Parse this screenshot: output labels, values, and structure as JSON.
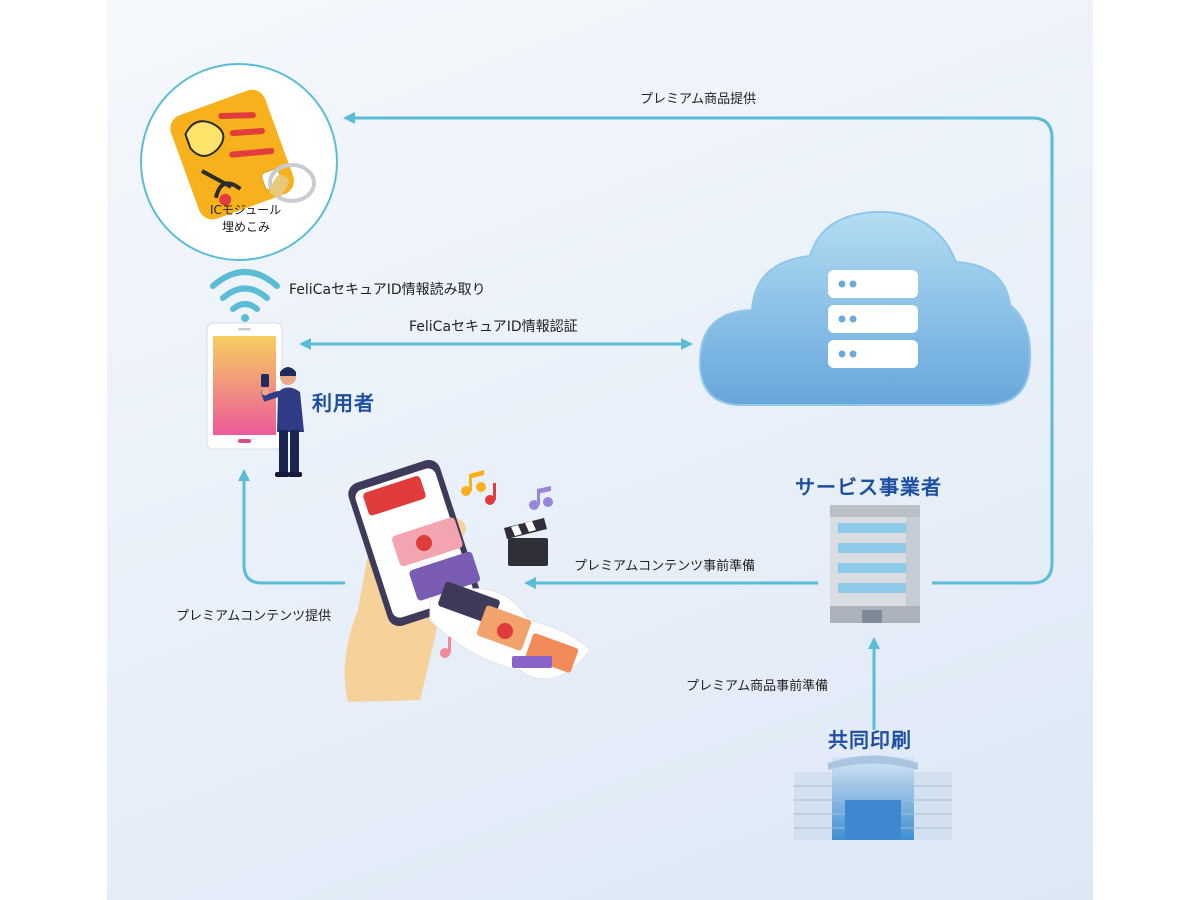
{
  "labels": {
    "premium_goods_provide": "プレミアム商品提供",
    "ic_module_line1": "ICモジュール",
    "ic_module_line2": "埋めこみ",
    "felica_read": "FeliCaセキュアID情報読み取り",
    "felica_auth": "FeliCaセキュアID情報認証",
    "user": "利用者",
    "service_provider": "サービス事業者",
    "content_prepare": "プレミアムコンテンツ事前準備",
    "content_provide": "プレミアムコンテンツ提供",
    "goods_prepare": "プレミアム商品事前準備",
    "kyodo": "共同印刷"
  },
  "colors": {
    "arrow": "#5bbcd6",
    "heading": "#1d4fa0",
    "cloud_top": "#a7d6ee",
    "cloud_bottom": "#6aa8dd",
    "card": "#f7b11c"
  },
  "icons": [
    "ic-card-keyholder",
    "wifi-icon",
    "tablet-icon",
    "person-icon",
    "cloud-server-icon",
    "smartphone-content-icon",
    "office-building-icon",
    "company-building-icon",
    "music-note-icon",
    "clapperboard-icon"
  ]
}
